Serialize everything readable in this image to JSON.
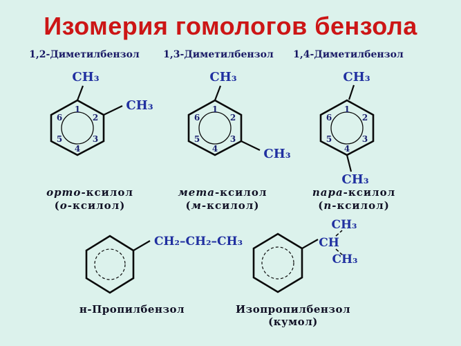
{
  "title": "Изомерия гомологов бензола",
  "colors": {
    "background": "#dcf2ec",
    "title": "#cc1616",
    "header": "#1a1a66",
    "formula_blue": "#2030a0",
    "ring_number": "#1c2270",
    "label_dark": "#121226",
    "bond_black": "#0a0a0a"
  },
  "top_row": {
    "ortho": {
      "header": "1,2-Диметилбензол",
      "ring_numbers": [
        "1",
        "2",
        "3",
        "4",
        "5",
        "6"
      ],
      "ch3_positions": "1,2",
      "groups": {
        "top": "CH₃",
        "side": "CH₃"
      },
      "name": {
        "prefix": "орто",
        "rest": "-ксилол"
      },
      "alt": {
        "open": "(",
        "prefix": "о",
        "rest": "-ксилол)"
      }
    },
    "meta": {
      "header": "1,3-Диметилбензол",
      "ring_numbers": [
        "1",
        "2",
        "3",
        "4",
        "5",
        "6"
      ],
      "ch3_positions": "1,3",
      "groups": {
        "top": "CH₃",
        "side": "CH₃"
      },
      "name": {
        "prefix": "мета",
        "rest": "-ксилол"
      },
      "alt": {
        "open": "(",
        "prefix": "м",
        "rest": "-ксилол)"
      }
    },
    "para": {
      "header": "1,4-Диметилбензол",
      "ring_numbers": [
        "1",
        "2",
        "3",
        "4",
        "5",
        "6"
      ],
      "ch3_positions": "1,4",
      "groups": {
        "top": "CH₃",
        "side": "CH₃"
      },
      "name": {
        "prefix": "пара",
        "rest": "-ксилол"
      },
      "alt": {
        "open": "(",
        "prefix": "п",
        "rest": "-ксилол)"
      }
    }
  },
  "bottom_row": {
    "propyl": {
      "chain": "CH₂–CH₂–CH₃",
      "label": "н-Пропилбензол"
    },
    "isopropyl": {
      "ch": "CH",
      "ch3_top": "CH₃",
      "ch3_bottom": "CH₃",
      "label": "Изопропилбензол",
      "alt": "(кумол)"
    }
  }
}
